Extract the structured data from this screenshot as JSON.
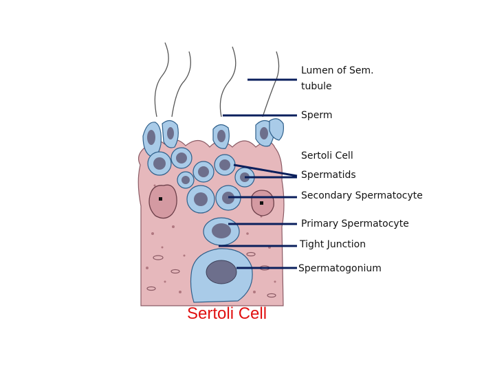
{
  "labels": {
    "lumen_line1": "Lumen of Sem.",
    "lumen_line2": "tubule",
    "sperm": "Sperm",
    "sertoli_cell": "Sertoli Cell",
    "spermatids": "Spermatids",
    "secondary_spermatocyte": "Secondary Spermatocyte",
    "primary_spermatocyte": "Primary Spermatocyte",
    "tight_junction": "Tight Junction",
    "spermatogonium": "Spermatogonium"
  },
  "caption": "Sertoli Cell",
  "colors": {
    "sertoli_tissue": "#e6b8bc",
    "germ_cell": "#a9cbe8",
    "nucleus": "#6d6f8c",
    "leader_line": "#0a1f5c",
    "caption": "#e01010"
  }
}
